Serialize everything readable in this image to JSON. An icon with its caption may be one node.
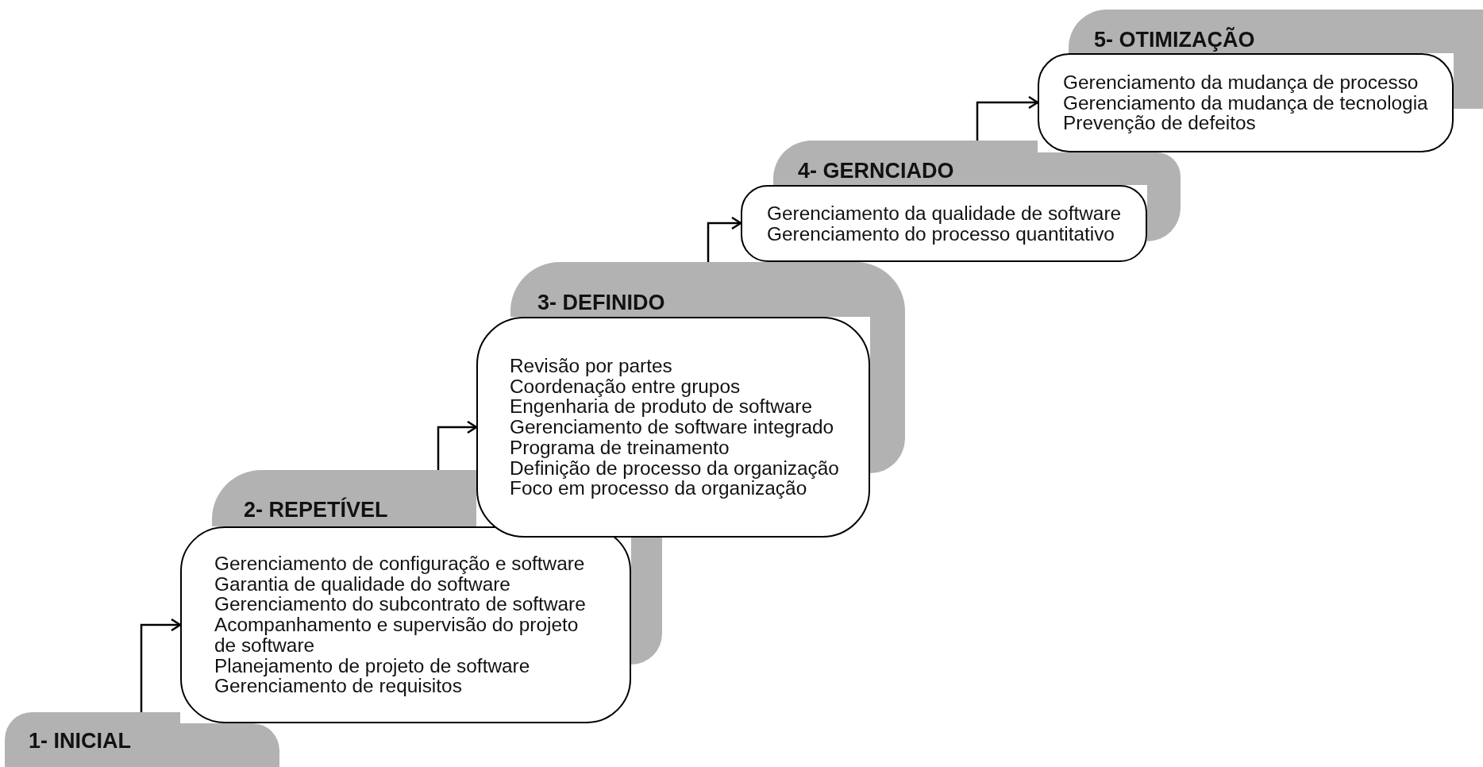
{
  "diagram": {
    "nodes": [
      {
        "text": [
          "1- INICIAL"
        ]
      },
      {
        "text": [
          "2- REPETÍVEL"
        ]
      },
      {
        "text": [
          "Gerenciamento de configuração e software",
          "Garantia de qualidade do software",
          "Gerenciamento do subcontrato de software",
          "Acompanhamento e supervisão do projeto de software",
          "Planejamento de projeto de software",
          "Gerenciamento de requisitos"
        ]
      },
      {
        "text": [
          "3- DEFINIDO"
        ]
      },
      {
        "text": [
          "Revisão por partes",
          "Coordenação entre grupos",
          "Engenharia de produto de software",
          "Gerenciamento de software integrado",
          "Programa de treinamento",
          "Definição de processo da organização",
          "Foco em processo da organização"
        ]
      },
      {
        "text": [
          "4- GERNCIADO"
        ]
      },
      {
        "text": [
          "Gerenciamento da qualidade de software",
          "Gerenciamento do processo quantitativo"
        ]
      },
      {
        "text": [
          "5- OTIMIZAÇÃO"
        ]
      },
      {
        "text": [
          "Gerenciamento da mudança de processo",
          "Gerenciamento da mudança de tecnologia",
          "Prevenção de defeitos"
        ]
      }
    ],
    "edges": [
      {
        "from": 0,
        "to": 2,
        "arrow": "to"
      },
      {
        "from": 1,
        "to": 4,
        "arrow": "to"
      },
      {
        "from": 3,
        "to": 6,
        "arrow": "to"
      },
      {
        "from": 5,
        "to": 8,
        "arrow": "to"
      }
    ]
  }
}
